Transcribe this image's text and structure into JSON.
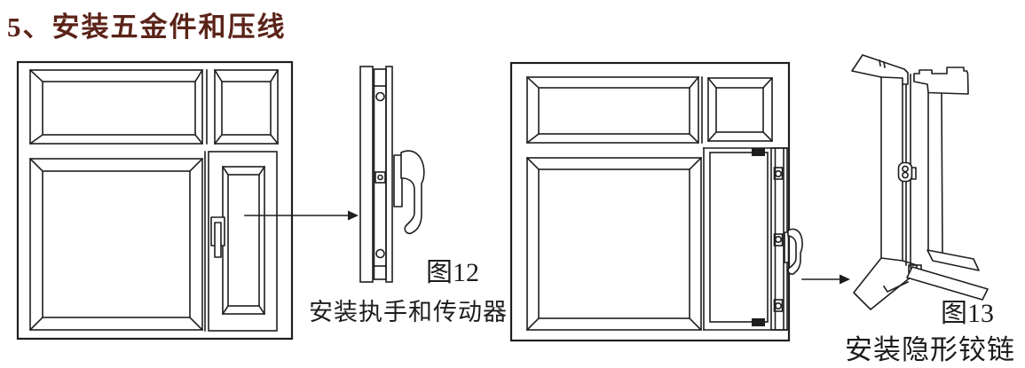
{
  "title": "5、安装五金件和压线",
  "figure12": {
    "label": "图12",
    "caption": "安装执手和传动器"
  },
  "figure13": {
    "label": "图13",
    "caption": "安装隐形铰链"
  },
  "colors": {
    "title_text": "#5b2318",
    "line_art": "#1e1e1e",
    "hinge_fill": "#1e1e1e",
    "background": "#ffffff"
  }
}
